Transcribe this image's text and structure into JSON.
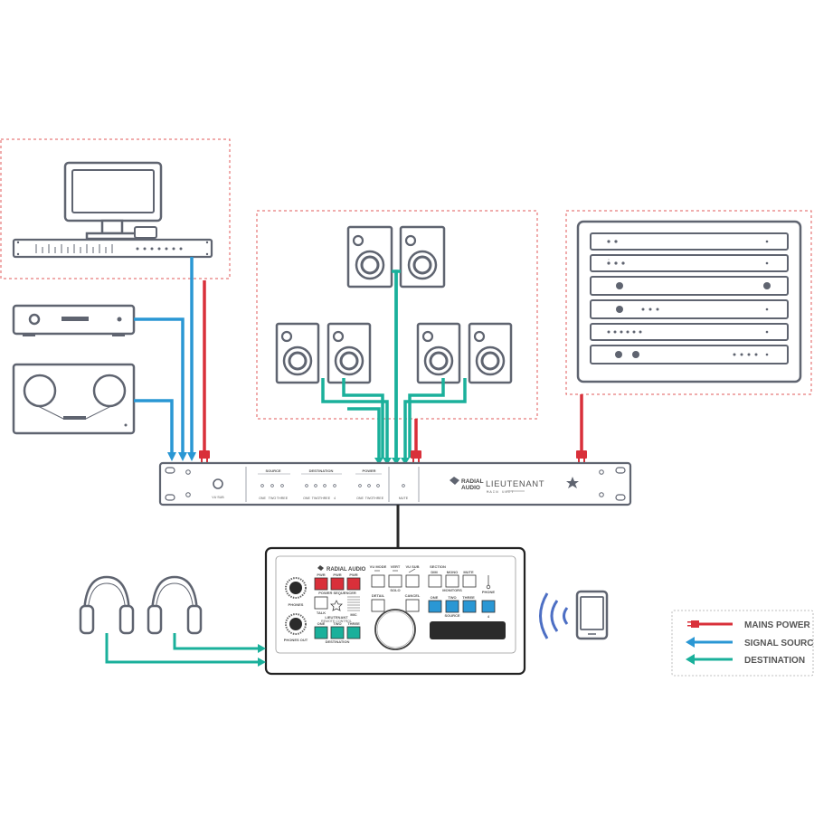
{
  "colors": {
    "power": "#d9303a",
    "source": "#2a97d4",
    "destination": "#1ab09b",
    "device": "#5f6470",
    "zone": "#e05858"
  },
  "main_unit": {
    "knob_label": "VU SUB",
    "section_source": "SOURCE",
    "section_destination": "DESTINATION",
    "section_power": "POWER",
    "source_leds": [
      "ONE",
      "TWO",
      "THREE"
    ],
    "destination_leds": [
      "ONE",
      "TWO",
      "THREE",
      "4"
    ],
    "power_leds": [
      "ONE",
      "TWO",
      "THREE"
    ],
    "mute_label": "MUTE",
    "brand_line1": "RADIAL",
    "brand_line2": "AUDIO",
    "model": "LIEUTENANT",
    "model_sub": "MAIN UNIT"
  },
  "controller": {
    "brand": "RADIAL AUDIO",
    "phones_label": "PHONES",
    "phones_out_label": "PHONES OUT",
    "power_sequencer": "POWER SEQUENCER",
    "destination_label": "DESTINATION",
    "pwr_labels": [
      "PWR",
      "PWR",
      "PWR"
    ],
    "dest_labels": [
      "ONE",
      "TWO",
      "THREE"
    ],
    "talk_label": "TALK",
    "mic_label": "MIC",
    "top_labels": [
      "VU MODE",
      "VERT",
      "VU SUB"
    ],
    "solo_label": "SOLO",
    "detail_label": "DETAIL",
    "cancel_label": "CANCEL",
    "section_label": "SECTION",
    "dim_label": "DIM",
    "mono_label": "MONO",
    "mute_label": "MUTE",
    "monitors_label": "MONITORS",
    "source_label": "SOURCE",
    "source_labels": [
      "ONE",
      "TWO",
      "THREE"
    ],
    "phone_label": "PHONE",
    "model": "LIEUTENANT",
    "model_sub": "REMOTE CONTROL"
  },
  "legend": {
    "items": [
      {
        "label": "MAINS POWER",
        "color": "#d9303a",
        "kind": "power"
      },
      {
        "label": "SIGNAL SOURCE",
        "color": "#2a97d4",
        "kind": "source"
      },
      {
        "label": "DESTINATION",
        "color": "#1ab09b",
        "kind": "destination"
      }
    ]
  }
}
